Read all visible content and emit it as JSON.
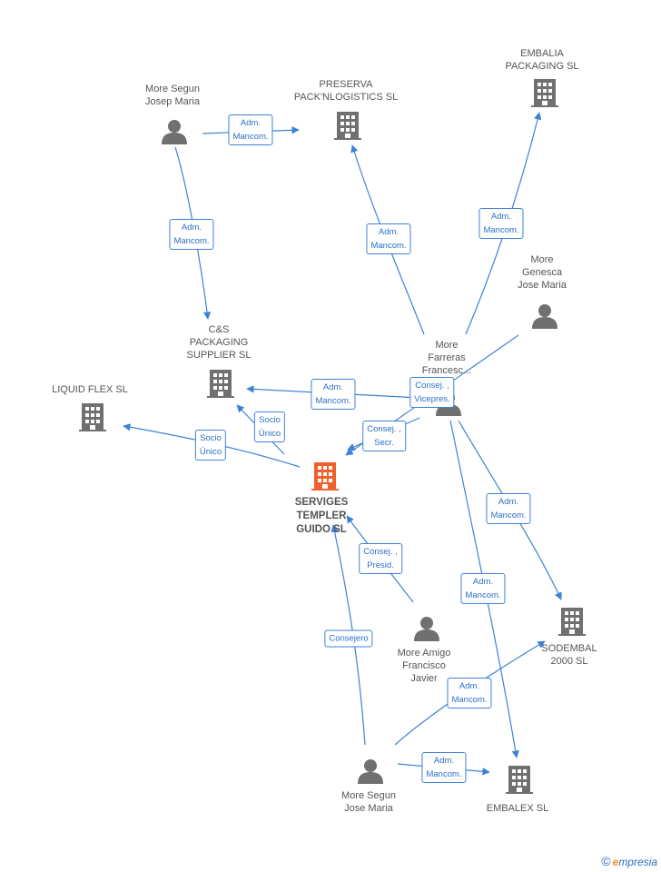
{
  "colors": {
    "edge": "#3d82d6",
    "node_company": "#707070",
    "node_main": "#f0612d",
    "node_person": "#707070",
    "label_text": "#2a6fc9"
  },
  "nodes": {
    "main": {
      "label": "SERVIGES\nTEMPLER\nGUIDO SL",
      "icon": "building-icon"
    },
    "embalia": {
      "label": "EMBALIA\nPACKAGING SL",
      "icon": "building-icon"
    },
    "preserva": {
      "label": "PRESERVA\nPACK'NLOGISTICS SL",
      "icon": "building-icon"
    },
    "cs_packaging": {
      "label": "C&S\nPACKAGING\nSUPPLIER SL",
      "icon": "building-icon"
    },
    "liquid_flex": {
      "label": "LIQUID FLEX SL",
      "icon": "building-icon"
    },
    "sodembal": {
      "label": "SODEMBAL\n2000 SL",
      "icon": "building-icon"
    },
    "embalex": {
      "label": "EMBALEX SL",
      "icon": "building-icon"
    },
    "more_segun_josep": {
      "label": "More Segun\nJosep Maria",
      "icon": "person-icon"
    },
    "more_genesca": {
      "label": "More\nGenesca\nJose Maria",
      "icon": "person-icon"
    },
    "more_farreras": {
      "label": "More\nFarreras\nFrancesc...",
      "icon": "person-icon"
    },
    "more_amigo": {
      "label": "More Amigo\nFrancisco\nJavier",
      "icon": "person-icon"
    },
    "more_segun_jose": {
      "label": "More Segun\nJose Maria",
      "icon": "person-icon"
    }
  },
  "edges": [
    {
      "from": "more_segun_josep",
      "to": "preserva",
      "label": "Adm.\nMancom."
    },
    {
      "from": "more_segun_josep",
      "to": "cs_packaging",
      "label": "Adm.\nMancom."
    },
    {
      "from": "more_farreras",
      "to": "preserva",
      "label": "Adm.\nMancom."
    },
    {
      "from": "more_farreras",
      "to": "embalia",
      "label": "Adm.\nMancom."
    },
    {
      "from": "more_farreras",
      "to": "cs_packaging",
      "label": "Adm.\nMancom."
    },
    {
      "from": "more_genesca",
      "to": "main",
      "label": "Consej. ,\nVicepres."
    },
    {
      "from": "more_farreras",
      "to": "main",
      "label": "Consej. ,\nSecr."
    },
    {
      "from": "main",
      "to": "cs_packaging",
      "label": "Socio\nÚnico"
    },
    {
      "from": "main",
      "to": "liquid_flex",
      "label": "Socio\nÚnico"
    },
    {
      "from": "more_farreras",
      "to": "sodembal",
      "label": "Adm.\nMancom."
    },
    {
      "from": "more_farreras",
      "to": "embalex",
      "label": "Adm.\nMancom."
    },
    {
      "from": "more_amigo",
      "to": "main",
      "label": "Consej. ,\nPresid."
    },
    {
      "from": "more_segun_jose",
      "to": "main",
      "label": "Consejero"
    },
    {
      "from": "more_segun_jose",
      "to": "sodembal",
      "label": "Adm.\nMancom."
    },
    {
      "from": "more_segun_jose",
      "to": "embalex",
      "label": "Adm.\nMancom."
    }
  ],
  "watermark": {
    "copyright": "©",
    "brand_e": "e",
    "brand_rest": "mpresia"
  }
}
